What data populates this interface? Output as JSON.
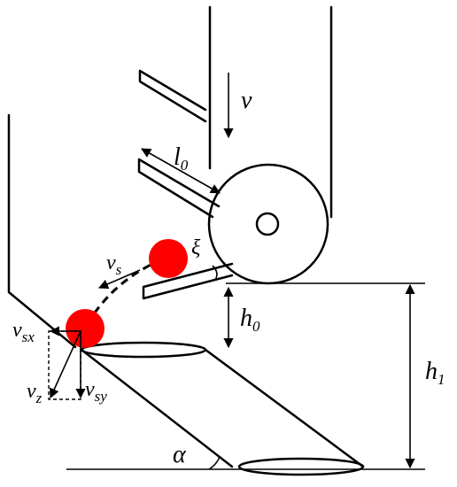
{
  "labels": {
    "v": {
      "main": "v",
      "sub": ""
    },
    "l0": {
      "main": "l",
      "sub": "0"
    },
    "xi": {
      "main": "ξ",
      "sub": ""
    },
    "vs": {
      "main": "v",
      "sub": "s"
    },
    "h0": {
      "main": "h",
      "sub": "0"
    },
    "h1": {
      "main": "h",
      "sub": "1"
    },
    "vsx": {
      "main": "v",
      "sub": "sx"
    },
    "vz": {
      "main": "v",
      "sub": "z"
    },
    "vsy": {
      "main": "v",
      "sub": "sy"
    },
    "alpha": {
      "main": "α",
      "sub": ""
    }
  },
  "colors": {
    "line": "#000000",
    "particle": "#ff0000",
    "background": "#ffffff"
  }
}
